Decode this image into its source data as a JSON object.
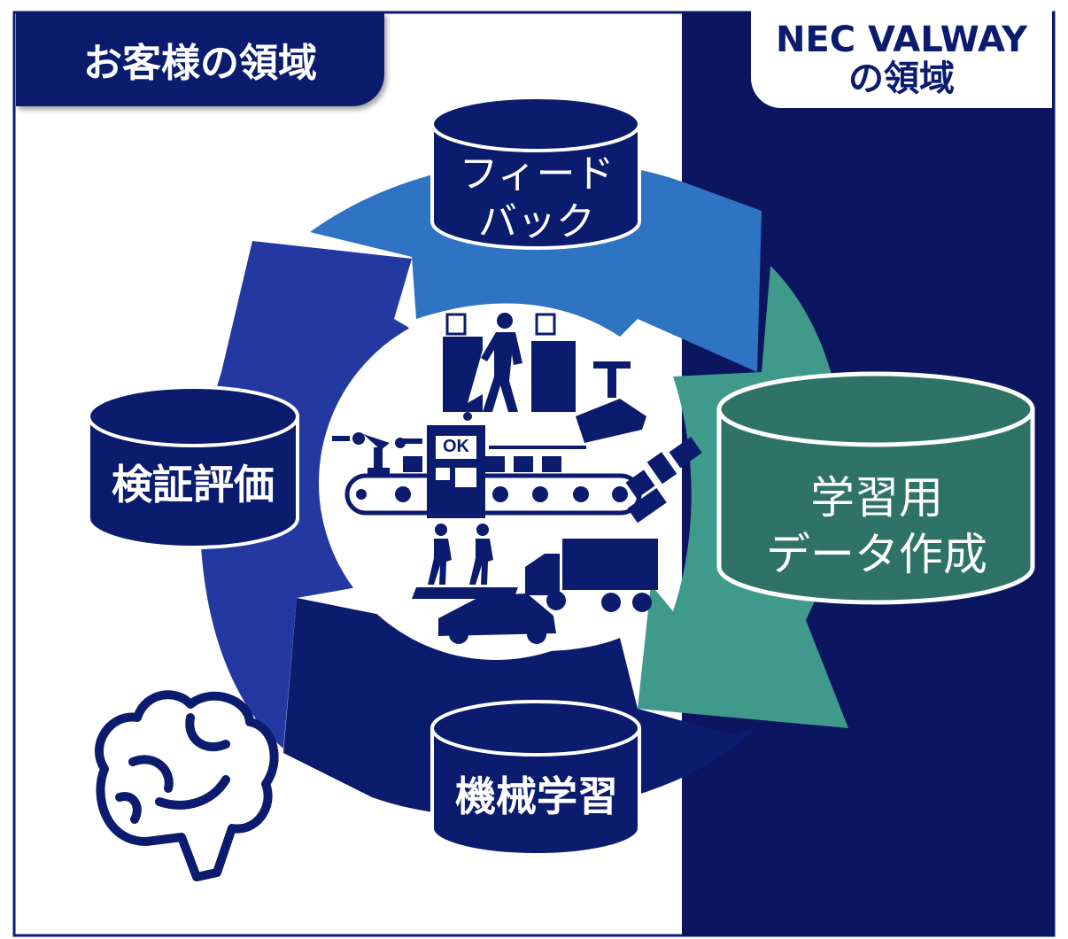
{
  "customer_area": {
    "label": "お客様の領域"
  },
  "valway_area": {
    "line1": "NEC VALWAY",
    "line2": "の領域"
  },
  "cycle": {
    "feedback": {
      "line1": "フィードバック"
    },
    "data_creation": {
      "line1": "学習用",
      "line2": "データ作成"
    },
    "machine_learning": {
      "label": "機械学習"
    },
    "verification": {
      "label": "検証評価"
    }
  },
  "center": {
    "ok_label": "OK"
  },
  "colors": {
    "navy": "#0b1b6e",
    "dark_panel": "#0b1560",
    "arrow_blue": "#2f73c3",
    "arrow_teal": "#3f9a8c",
    "arrow_indigo": "#2438a2",
    "data_cylinder": "#2f7368"
  }
}
